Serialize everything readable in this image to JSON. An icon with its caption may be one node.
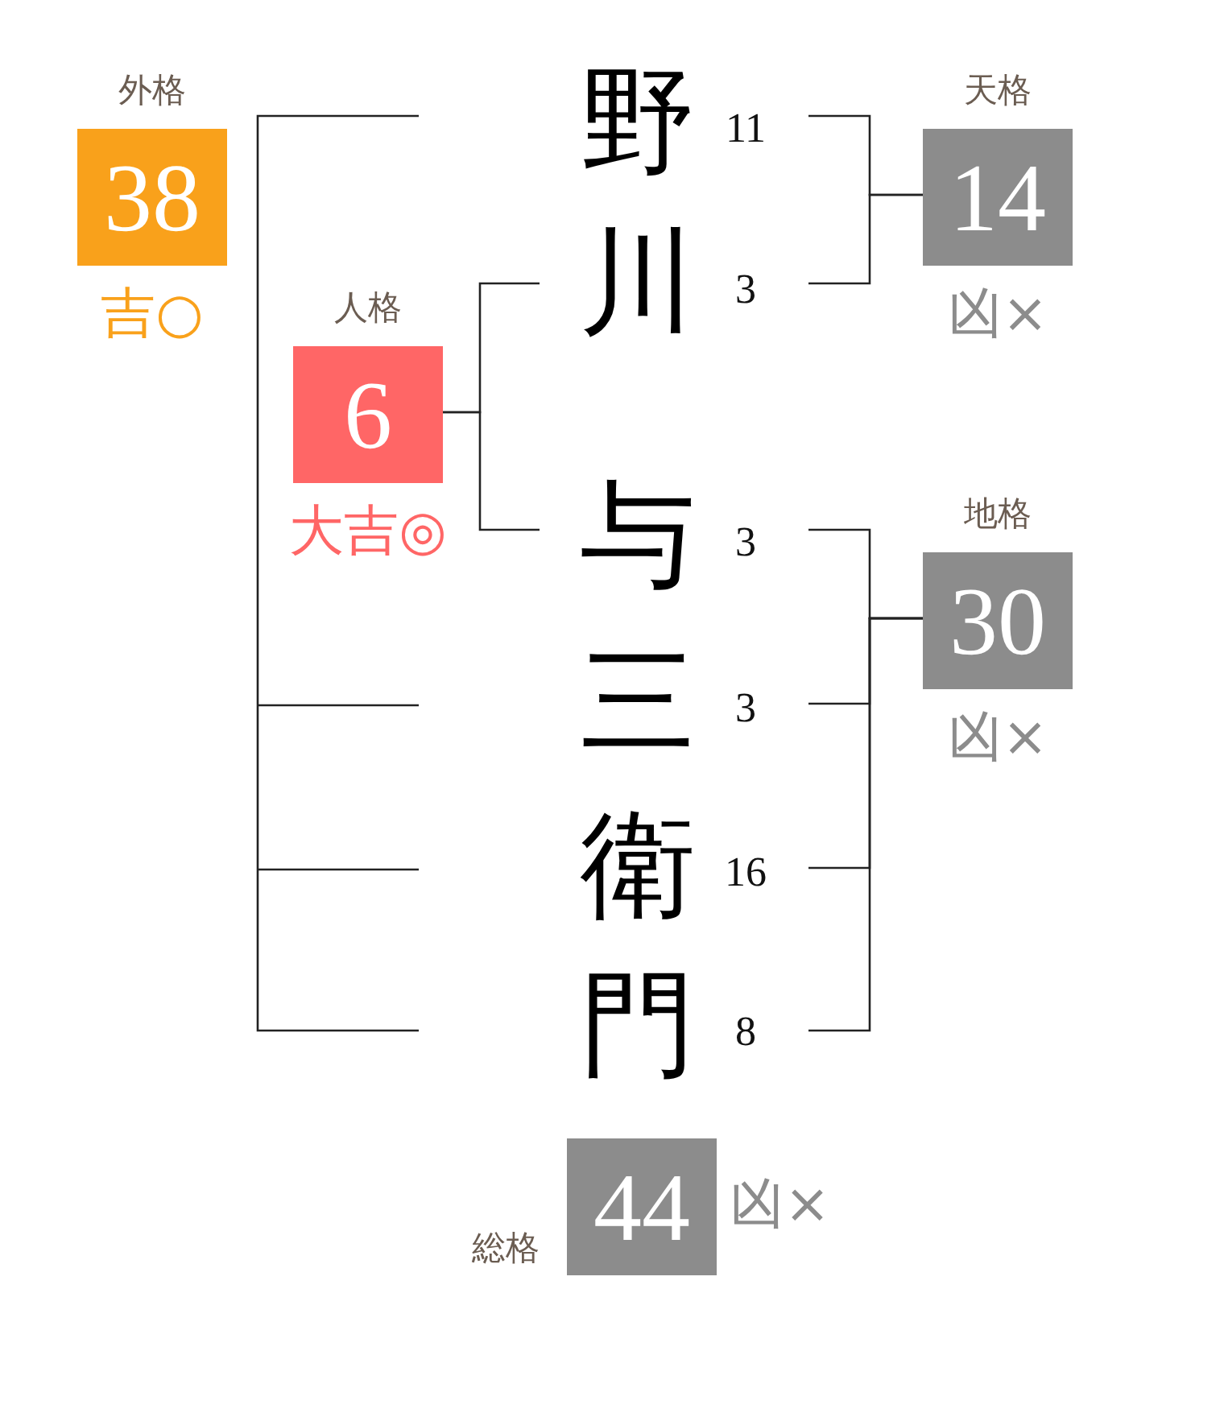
{
  "diagram": {
    "nodes": [
      {
        "text": [
          "外格",
          "38"
        ],
        "beside": [
          "吉○"
        ]
      },
      {
        "text": [
          "野"
        ],
        "beside": [
          "11"
        ]
      },
      {
        "text": [
          "天格",
          "14"
        ],
        "beside": [
          "凶×"
        ]
      },
      {
        "text": [
          "川"
        ],
        "beside": [
          "3"
        ]
      },
      {
        "text": [
          "人格",
          "6"
        ],
        "beside": [
          "大吉◎"
        ]
      },
      {
        "text": [
          "与"
        ],
        "beside": [
          "3"
        ]
      },
      {
        "text": [
          "地格",
          "30"
        ],
        "beside": [
          "凶×"
        ]
      },
      {
        "text": [
          "三"
        ],
        "beside": [
          "3"
        ]
      },
      {
        "text": [
          "衛"
        ],
        "beside": [
          "16"
        ]
      },
      {
        "text": [
          "門"
        ],
        "beside": [
          "8"
        ]
      },
      {
        "text": [
          "総格",
          "44"
        ],
        "beside": [
          "凶×"
        ]
      }
    ],
    "edges": [
      {
        "from": 1,
        "to": 2,
        "arrow": "none"
      },
      {
        "from": 3,
        "to": 2,
        "arrow": "none"
      },
      {
        "from": 3,
        "to": 4,
        "arrow": "none"
      },
      {
        "from": 5,
        "to": 4,
        "arrow": "none"
      },
      {
        "from": 5,
        "to": 6,
        "arrow": "none"
      },
      {
        "from": 7,
        "to": 6,
        "arrow": "none"
      },
      {
        "from": 8,
        "to": 6,
        "arrow": "none"
      },
      {
        "from": 9,
        "to": 6,
        "arrow": "none"
      }
    ]
  }
}
